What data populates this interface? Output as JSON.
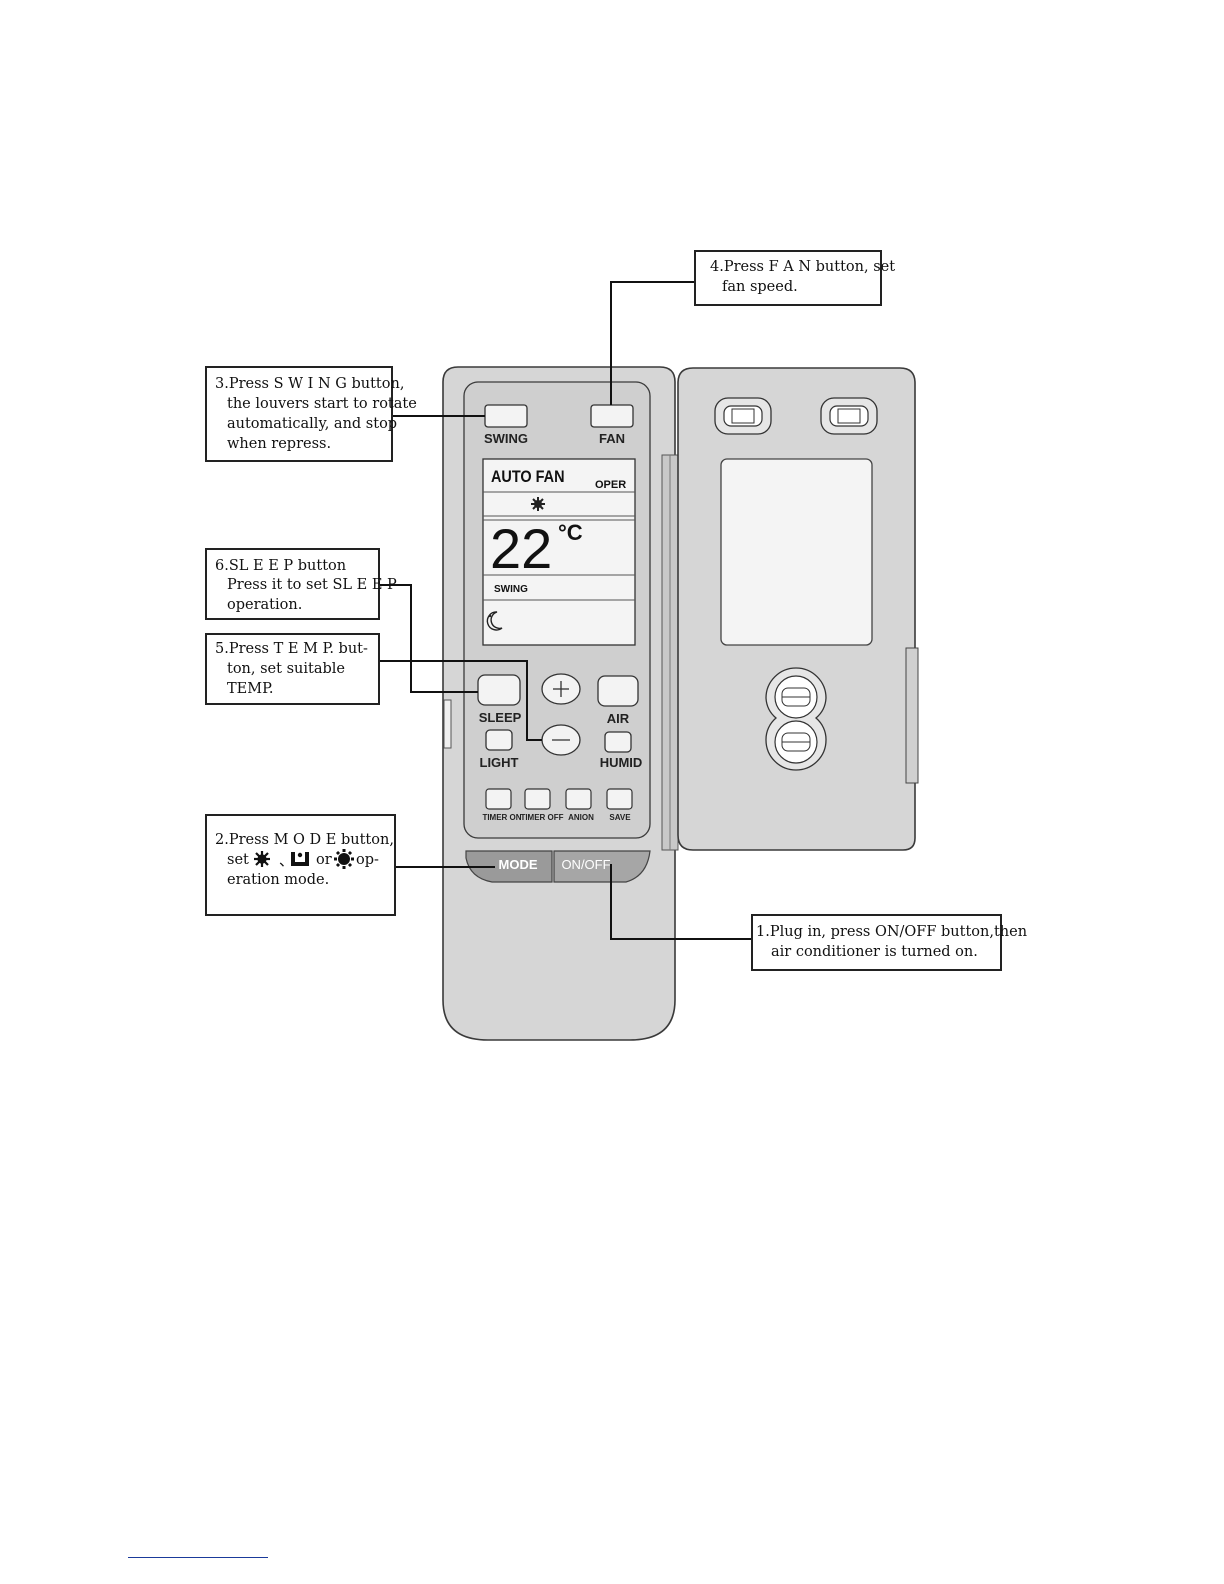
{
  "remote": {
    "buttons": {
      "swing": "SWING",
      "fan": "FAN",
      "sleep": "SLEEP",
      "air": "AIR",
      "light": "LIGHT",
      "humid": "HUMID",
      "timer_on": "TIMER ON",
      "timer_off": "TIMER OFF",
      "anion": "ANION",
      "save": "SAVE",
      "mode": "MODE",
      "on_off": "ON/OFF"
    },
    "display": {
      "auto_fan": "AUTO FAN",
      "oper": "OPER",
      "temperature": "22",
      "unit": "°C",
      "swing": "SWING"
    }
  },
  "callouts": {
    "step1": [
      "1.Plug in, press ON/OFF button,then",
      "air conditioner is turned on."
    ],
    "step2": [
      "2.Press  M O D E  button,",
      "set",
      "、",
      "or",
      "op-",
      "eration mode."
    ],
    "step3": [
      "3.Press  S W I N G  button,",
      "the louvers start to rotate",
      "automatically,  and stop",
      "when repress."
    ],
    "step4": [
      "4.Press  F A N  button,  set",
      "fan speed."
    ],
    "step5": [
      "5.Press  T E M P.  but-",
      "ton,    set  suitable",
      "TEMP."
    ],
    "step6": [
      "6.SL E E P button",
      "Press it to set SL E E P",
      "operation."
    ]
  },
  "icons": {
    "cool_mode": "snowflake-icon",
    "dry_mode": "dry-droplet-icon",
    "heat_mode": "sun-icon",
    "sleep": "moon-icon",
    "temp_up": "plus-icon",
    "temp_down": "minus-icon"
  },
  "colors": {
    "remote_body": "#d6d6d6",
    "remote_outline": "#3a3a3a",
    "lcd_background": "#f4f4f4",
    "mode_button": "#9a9a9a",
    "callout_border": "#222222"
  }
}
